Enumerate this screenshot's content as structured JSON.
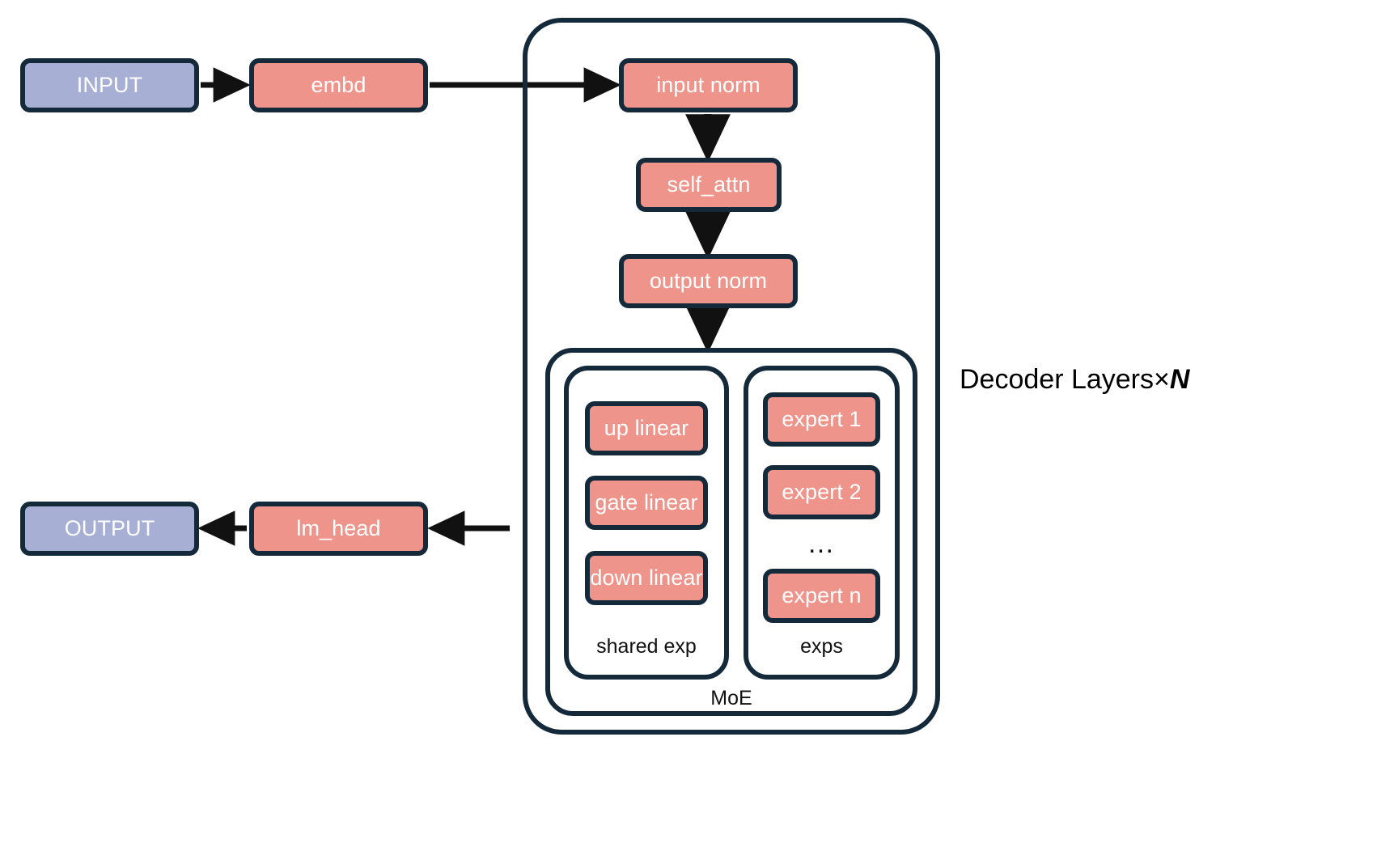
{
  "palette": {
    "box_fill_primary": "#ee948b",
    "box_fill_io": "#a8afd4",
    "stroke": "#14293a",
    "text_on_box": "#ffffff",
    "label_text": "#111111",
    "background": "#ffffff"
  },
  "diagram": {
    "title_label": "Decoder Layers×",
    "title_variable": "N",
    "nodes": {
      "input": "INPUT",
      "embd": "embd",
      "input_norm": "input norm",
      "self_attn": "self_attn",
      "output_norm": "output norm",
      "lm_head": "lm_head",
      "output": "OUTPUT"
    },
    "shared_expert": {
      "group_label": "shared exp",
      "layers": [
        "up linear",
        "gate linear",
        "down linear"
      ]
    },
    "routed_experts": {
      "group_label": "exps",
      "experts": [
        "expert 1",
        "expert 2",
        "expert n"
      ],
      "ellipsis": "…"
    },
    "moe": {
      "group_label": "MoE"
    }
  }
}
